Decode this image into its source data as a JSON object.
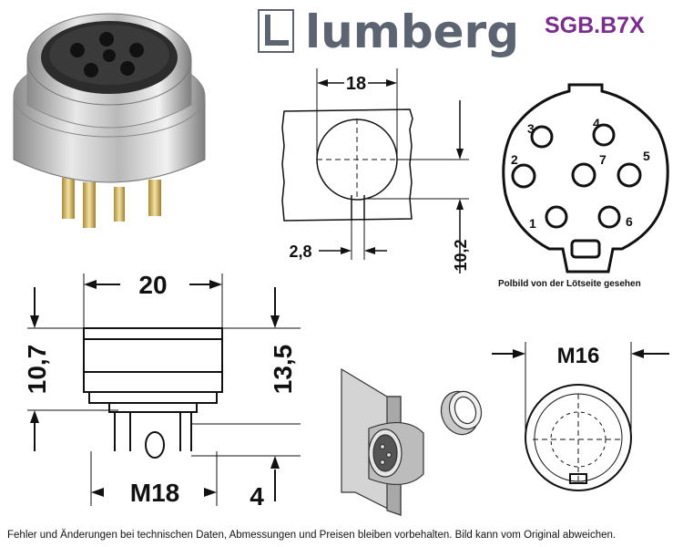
{
  "header": {
    "brand": "lumberg",
    "part_number": "SGB.B7X"
  },
  "top_view": {
    "dim_width": "18",
    "dim_slot": "2,8",
    "dim_height": "10,2"
  },
  "pin_diagram": {
    "pins": [
      "1",
      "2",
      "3",
      "4",
      "5",
      "6",
      "7"
    ],
    "caption": "Polbild von der Lötseite gesehen"
  },
  "side_view": {
    "dim_top": "20",
    "dim_left": "10,7",
    "dim_right": "13,5",
    "dim_bottom": "M18",
    "dim_pin": "4"
  },
  "front_view": {
    "dim_thread": "M16"
  },
  "footer": {
    "disclaimer": "Fehler und Änderungen bei technischen Daten, Abmessungen und Preisen bleiben vorbehalten. Bild kann vom Original abweichen."
  },
  "colors": {
    "brand": "#5b6470",
    "part_number": "#7b2d8e"
  }
}
